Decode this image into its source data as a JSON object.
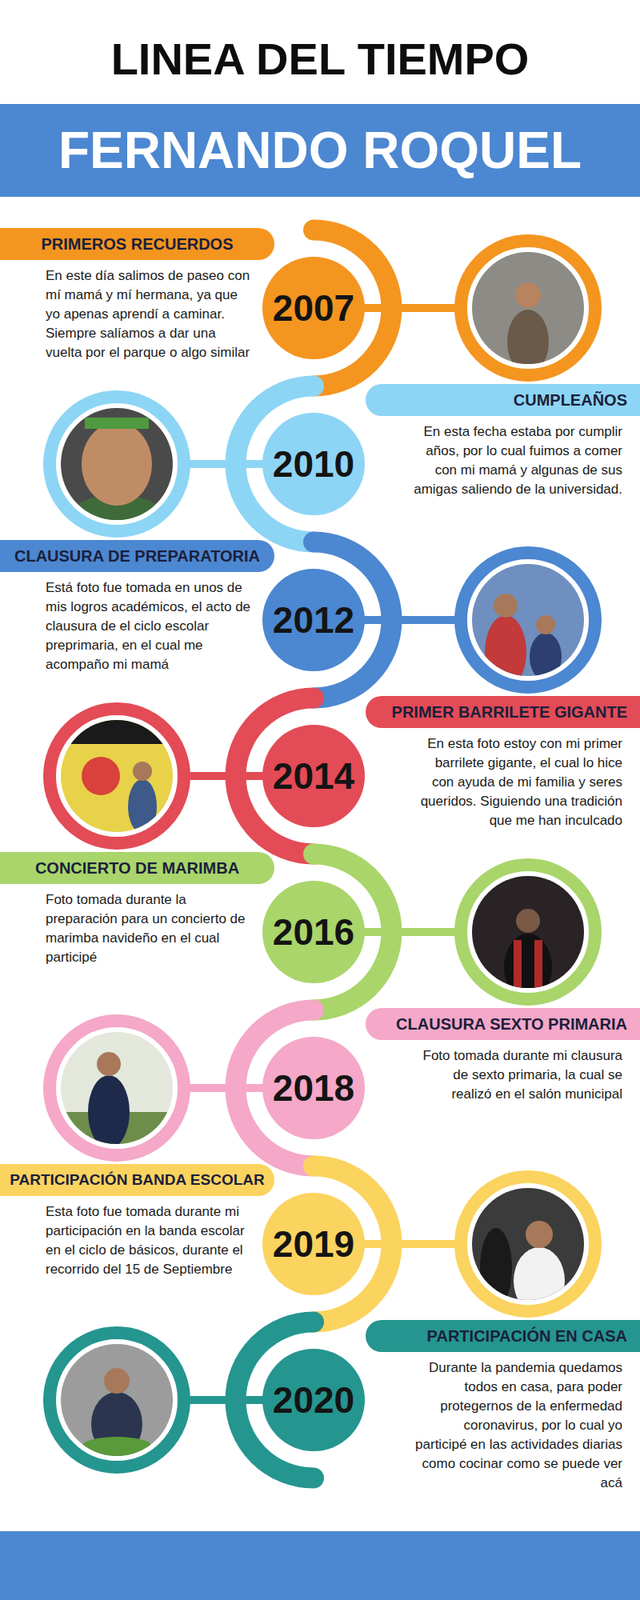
{
  "diagram": {
    "title": "LINEA DEL TIEMPO",
    "nodes": [
      {
        "text": [
          "FERNANDO ROQUEL"
        ]
      },
      {
        "text": [
          "PRIMEROS RECUERDOS",
          "En este día salimos de paseo con mí mamá y mí hermana, ya que yo apenas aprendí a caminar. Siempre salíamos a dar una vuelta por el parque o algo similar"
        ]
      },
      {
        "text": [
          "2007"
        ]
      },
      {
        "text": [
          "2010"
        ]
      },
      {
        "text": [
          "CUMPLEAÑOS",
          "En esta fecha estaba por cumplir años, por lo cual fuimos a comer con mi mamá y algunas de sus amigas saliendo de la universidad."
        ]
      },
      {
        "text": [
          "CLAUSURA DE PREPARATORIA",
          "Está foto fue tomada en unos de mis logros académicos, el acto de clausura de el ciclo escolar preprimaria, en el cual me acompaño mi mamá"
        ]
      },
      {
        "text": [
          "2012"
        ]
      },
      {
        "text": [
          "2014"
        ]
      },
      {
        "text": [
          "PRIMER BARRILETE GIGANTE",
          "En esta foto estoy con mi primer barrilete gigante, el cual lo hice con ayuda de mi familia y seres queridos. Siguiendo una tradición que me han inculcado"
        ]
      },
      {
        "text": [
          "CONCIERTO DE MARIMBA",
          "Foto tomada durante la preparación para un concierto de marimba navideño en el cual participé"
        ]
      },
      {
        "text": [
          "2016"
        ]
      },
      {
        "text": [
          "2018"
        ]
      },
      {
        "text": [
          "CLAUSURA SEXTO PRIMARIA",
          "Foto tomada durante mi clausura de sexto primaria, la cual se realizó en el salón municipal"
        ]
      },
      {
        "text": [
          "PARTICIPACIÓN BANDA ESCOLAR",
          "Esta foto fue tomada durante mi participación en la banda escolar en el ciclo de básicos, durante el recorrido del 15 de Septiembre"
        ]
      },
      {
        "text": [
          "2019"
        ]
      },
      {
        "text": [
          "2020"
        ]
      },
      {
        "text": [
          "PARTICIPACIÓN EN CASA",
          "Durante la pandemia quedamos todos en casa, para poder protegernos de la enfermedad coronavirus, por lo cual yo participé en las actividades diarias como cocinar como se puede ver acá"
        ]
      }
    ]
  }
}
